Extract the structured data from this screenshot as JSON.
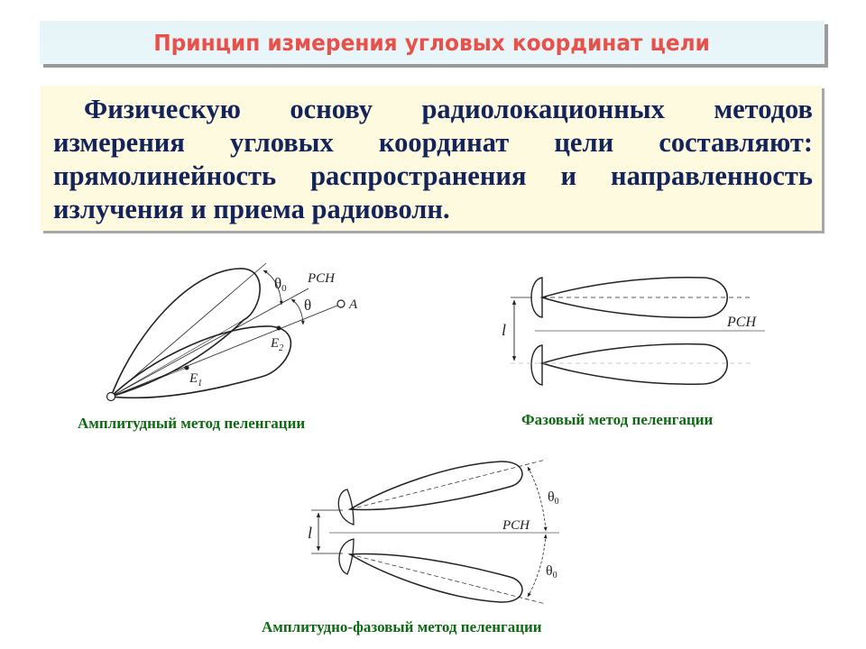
{
  "slide": {
    "title": "Принцип измерения угловых координат цели",
    "intro_text": "Физическую основу радиолокационных методов измерения угловых координат цели составляют: прямолинейность распространения и направленность излучения и приема радиоволн.",
    "colors": {
      "title_text": "#e8504a",
      "title_bg": "#e6f4f8",
      "text_box_bg": "#fdfae0",
      "body_text": "#14235a",
      "caption_text": "#0e6a12",
      "shadow": "#9a9a9a"
    }
  },
  "diagrams": {
    "amplitude": {
      "caption": "Амплитудный метод пеленгации",
      "labels": {
        "theta0": "θ",
        "theta0_sub": "0",
        "rsn": "PCH",
        "theta": "θ",
        "target": "A",
        "e2": "E",
        "e2_sub": "2",
        "e1": "E",
        "e1_sub": "1"
      }
    },
    "phase": {
      "caption": "Фазовый метод пеленгации",
      "labels": {
        "rsn": "PCH",
        "base": "l"
      }
    },
    "amplitude_phase": {
      "caption": "Амплитудно-фазовый метод пеленгации",
      "labels": {
        "rsn": "PCH",
        "base": "l",
        "theta0_top": "θ",
        "theta0_top_sub": "0",
        "theta0_bottom": "θ",
        "theta0_bottom_sub": "0"
      }
    }
  }
}
